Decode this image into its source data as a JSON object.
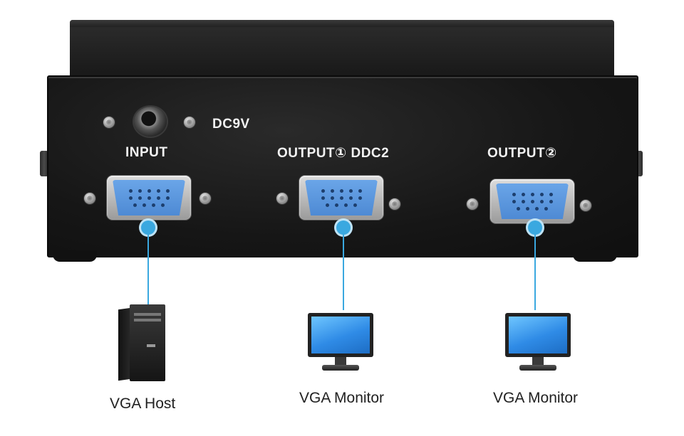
{
  "device": {
    "power_label": "DC9V",
    "ports": [
      {
        "label": "INPUT"
      },
      {
        "label": "OUTPUT① DDC2"
      },
      {
        "label": "OUTPUT②"
      }
    ]
  },
  "devices": [
    {
      "caption": "VGA Host",
      "icon": "computer-tower-icon"
    },
    {
      "caption": "VGA Monitor",
      "icon": "monitor-icon"
    },
    {
      "caption": "VGA Monitor",
      "icon": "monitor-icon"
    }
  ],
  "colors": {
    "connector_blue": "#3aa8e0",
    "vga_port_blue": "#5a95dc",
    "device_body": "#161616"
  }
}
